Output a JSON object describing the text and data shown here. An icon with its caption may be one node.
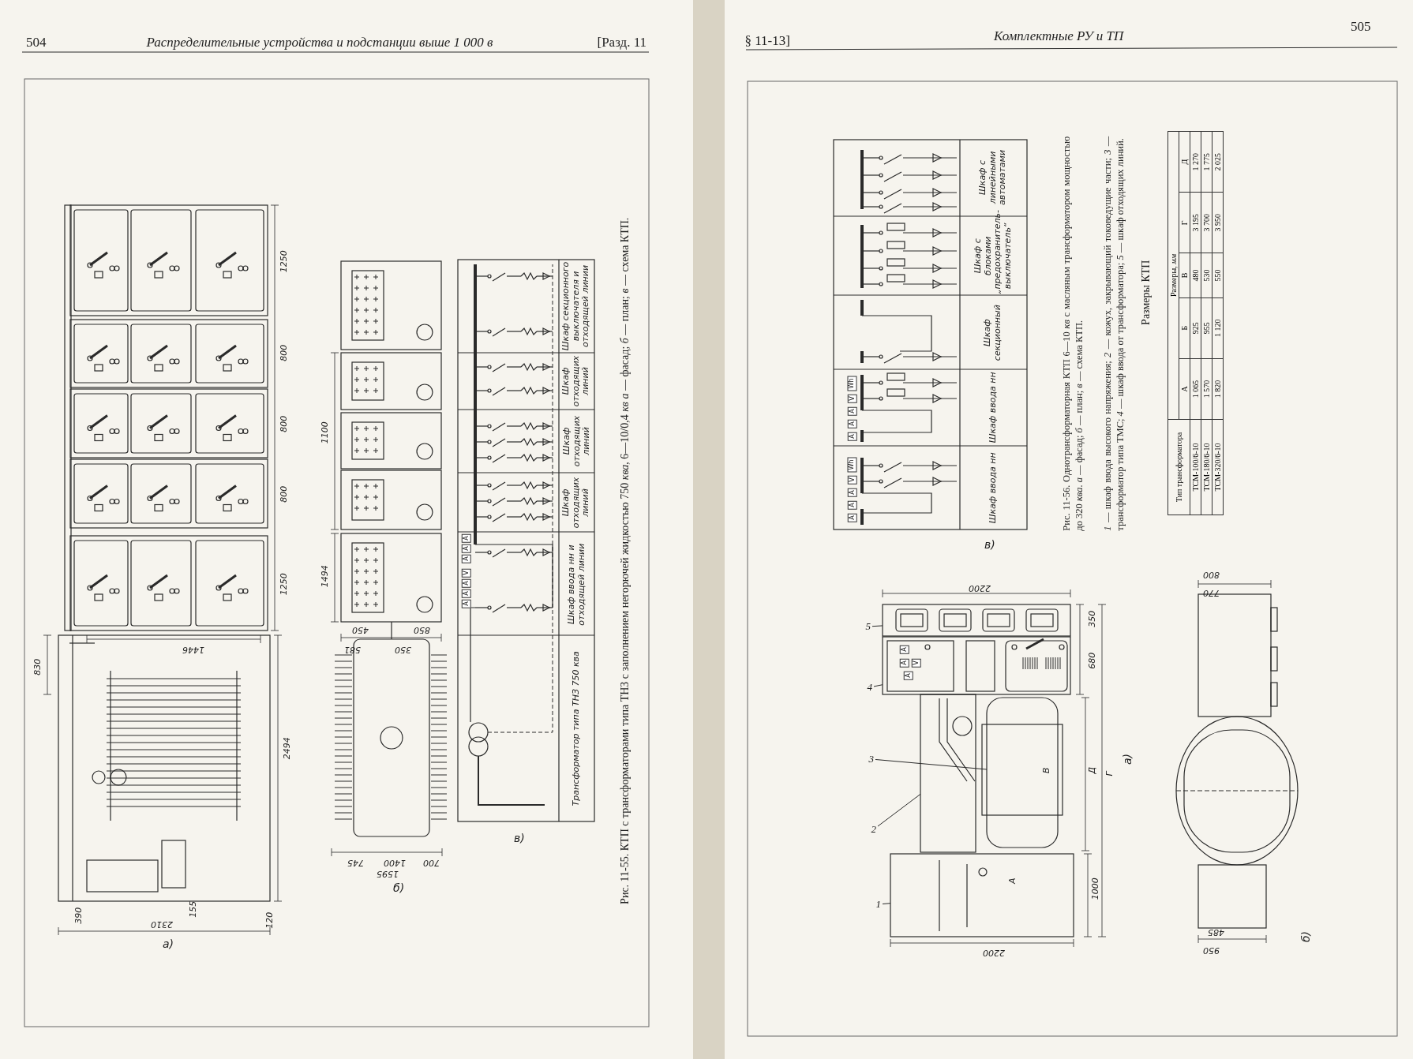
{
  "diagram": {
    "nodes": [
      {
        "text": [
          "5"
        ]
      },
      {
        "text": [
          "4"
        ]
      },
      {
        "text": [
          "3"
        ]
      },
      {
        "text": [
          "2"
        ]
      },
      {
        "text": [
          "1"
        ]
      },
      {
        "text": [],
        "shape": "box"
      },
      {
        "text": [],
        "shape": "box"
      },
      {
        "text": [],
        "shape": "box"
      },
      {
        "text": [],
        "shape": "box"
      },
      {
        "text": [],
        "shape": "box"
      }
    ],
    "edges": [
      {
        "from": 0,
        "to": 5,
        "arrow": "none"
      },
      {
        "from": 1,
        "to": 6,
        "arrow": "none"
      },
      {
        "from": 2,
        "to": 7,
        "arrow": "none"
      },
      {
        "from": 3,
        "to": 8,
        "arrow": "none"
      },
      {
        "from": 4,
        "to": 9,
        "arrow": "none"
      }
    ],
    "labels": [
      "504",
      "Распределительные устройства и подстанции выше 1 000 в",
      "[Разд. 11",
      "§ 11-13]",
      "Комплектные РУ и ТП",
      "505",
      "1250",
      "800",
      "800",
      "800",
      "1250",
      "1446",
      "830",
      "2494",
      "390",
      "155",
      "2310",
      "120",
      "а)",
      "1100",
      "1494",
      "450",
      "850",
      "581",
      "350",
      "745",
      "1400",
      "700",
      "1595",
      "б)",
      "Трансформатор типа ТНЗ 750 ква",
      "Шкаф ввода нн и отходящей линии",
      "Шкаф отходящих линий",
      "Шкаф отходящих линий",
      "Шкаф отходящих линий",
      "Шкаф секционного выключателя и отходящей линии",
      "A",
      "A",
      "A",
      "V",
      "A",
      "A",
      "A",
      "в)",
      "Шкаф ввода нн",
      "Шкаф ввода нн",
      "Шкаф секционный",
      "Шкаф с блоками „предохранитель-выключатель“",
      "Шкаф с линейными автоматами",
      "A",
      "A",
      "A",
      "V",
      "Wh",
      "A",
      "A",
      "A",
      "V",
      "Wh",
      "в)",
      "Рис. 11-56. Однотрансформаторная КТП 6—10 *кв* с масляным трансформатором мощностью до 320 *ква*. *а* — фасад; *б* — план; *в* — схема КТП.",
      "*1* — шкаф ввода высокого напряжения; *2* — кожух, закрывающий токоведущие части; *3* — трансформатор типа ТМС; *4* — шкаф ввода от трансформатора; *5* — шкаф отходящих линий.",
      "Размеры КТП",
      "Тип трансформатора",
      "Размеры, *мм*",
      "А",
      "Б",
      "В",
      "Г",
      "Д",
      "ТСМ-100/6-10",
      "1 065",
      "925",
      "480",
      "3 195",
      "1 270",
      "ТСМ-180/6-10",
      "1 570",
      "955",
      "530",
      "3 700",
      "1 775",
      "ТСМ-320/6-10",
      "1 820",
      "1 120",
      "550",
      "3 950",
      "2 025",
      "2200",
      "350",
      "680",
      "Д",
      "Г",
      "1000",
      "2200",
      "А",
      "В",
      "а)",
      "800",
      "770",
      "485",
      "950",
      "б)",
      "Рис. 11-55. КТП с трансформаторами типа ТНЗ с заполнением негорючей жидкостью 750 *ква*, 6—10/0,4 *кв* *а* — фасад; *б* — план; *в* — схема КТП.",
      "A",
      "A",
      "V",
      "A"
    ]
  }
}
